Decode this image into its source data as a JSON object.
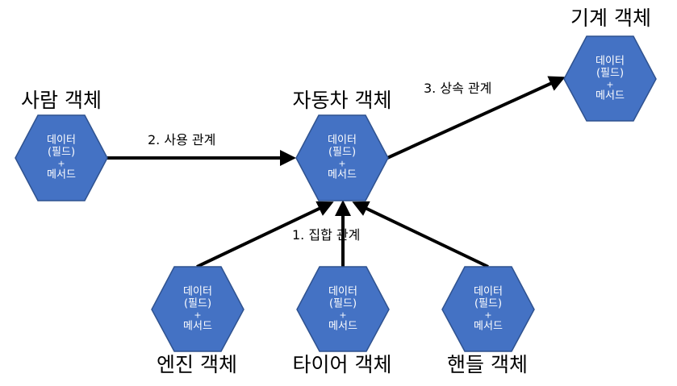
{
  "colors": {
    "hex_fill": "#4472C4",
    "hex_stroke": "#2F528F",
    "arrow": "#000000"
  },
  "node_text": {
    "line1": "데이터",
    "line2": "(필드)",
    "line3": "+",
    "line4": "메서드"
  },
  "nodes": {
    "person": {
      "label": "사람 객체"
    },
    "car": {
      "label": "자동차 객체"
    },
    "machine": {
      "label": "기계 객체"
    },
    "engine": {
      "label": "엔진 객체"
    },
    "tire": {
      "label": "타이어 객체"
    },
    "handle": {
      "label": "핸들 객체"
    }
  },
  "relations": {
    "aggregation": "1. 집합 관계",
    "usage": "2. 사용 관계",
    "inheritance": "3. 상속 관계"
  }
}
